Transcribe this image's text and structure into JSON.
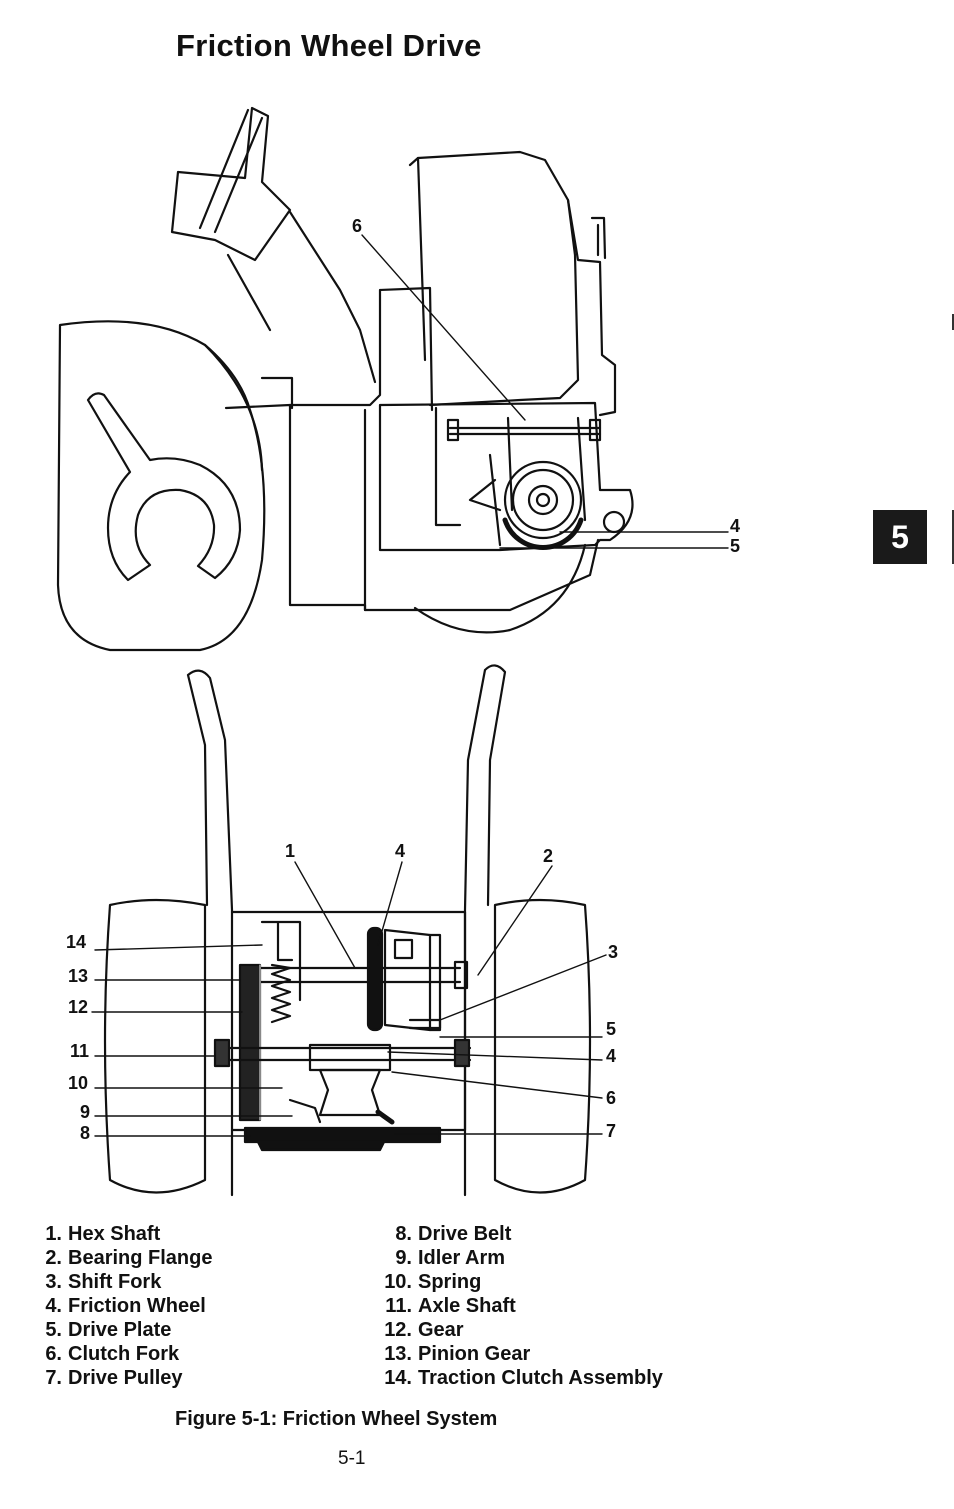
{
  "page": {
    "title": "Friction Wheel Drive",
    "section_tab": "5",
    "caption": "Figure 5-1: Friction Wheel System",
    "page_number": "5-1"
  },
  "side_view": {
    "callouts": [
      "6",
      "4",
      "5"
    ]
  },
  "rear_view": {
    "callouts_top": [
      "1",
      "4",
      "2"
    ],
    "callouts_left": [
      "14",
      "13",
      "12",
      "11",
      "10",
      "9",
      "8"
    ],
    "callouts_right": [
      "3",
      "5",
      "4",
      "6",
      "7"
    ]
  },
  "legend": {
    "left": [
      {
        "num": "1.",
        "label": "Hex Shaft"
      },
      {
        "num": "2.",
        "label": "Bearing Flange"
      },
      {
        "num": "3.",
        "label": "Shift Fork"
      },
      {
        "num": "4.",
        "label": "Friction Wheel"
      },
      {
        "num": "5.",
        "label": "Drive Plate"
      },
      {
        "num": "6.",
        "label": "Clutch Fork"
      },
      {
        "num": "7.",
        "label": "Drive Pulley"
      }
    ],
    "right": [
      {
        "num": "8.",
        "label": "Drive Belt"
      },
      {
        "num": "9.",
        "label": "Idler Arm"
      },
      {
        "num": "10.",
        "label": "Spring"
      },
      {
        "num": "11.",
        "label": "Axle Shaft"
      },
      {
        "num": "12.",
        "label": "Gear"
      },
      {
        "num": "13.",
        "label": "Pinion Gear"
      },
      {
        "num": "14.",
        "label": "Traction Clutch Assembly"
      }
    ]
  }
}
